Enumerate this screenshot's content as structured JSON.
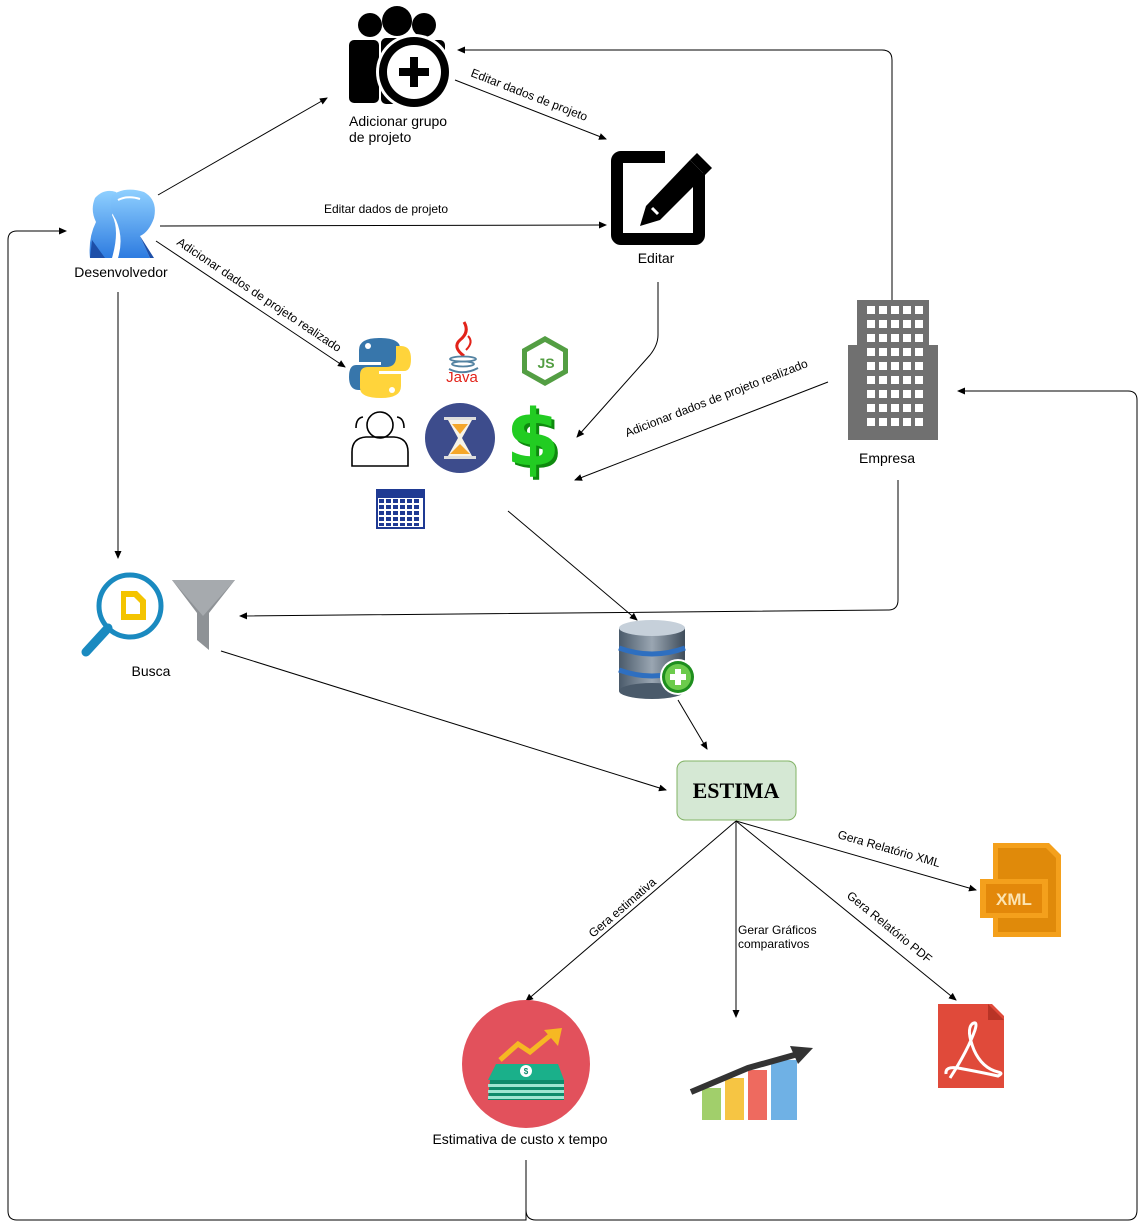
{
  "nodes": {
    "developer": "Desenvolvedor",
    "add_group_line1": "Adicionar grupo",
    "add_group_line2": "de projeto",
    "edit": "Editar",
    "company": "Empresa",
    "search": "Busca",
    "estima": "ESTIMA",
    "estimate_result": "Estimativa de custo x tempo",
    "java_label": "Java",
    "xml_label": "XML"
  },
  "edges": {
    "edit_project_data_1": "Editar dados de projeto",
    "edit_project_data_2": "Editar dados de projeto",
    "add_done_project_dev": "Adicionar dados de projeto realizado",
    "add_done_project_company": "Adicionar dados de projeto realizado",
    "gen_estimate": "Gera estimativa",
    "gen_charts_line1": "Gerar Gráficos",
    "gen_charts_line2": "comparativos",
    "gen_xml": "Gera Relatório XML",
    "gen_pdf": "Gera Relatório PDF"
  },
  "colors": {
    "python_blue": "#3776AB",
    "python_yellow": "#FFD43B",
    "java_red": "#E2231A",
    "java_blue": "#5382A1",
    "node_green": "#539E43",
    "dollar_green": "#22CC22",
    "hourglass_bg": "#3D4C8C",
    "calendar_blue": "#1F3A93",
    "building_gray": "#707070",
    "search_blue": "#1A8AC0",
    "search_yellow": "#F4C400",
    "funnel_gray": "#8E9296",
    "estima_fill": "#D5E8D4",
    "estima_stroke": "#82B366",
    "estimate_red": "#E2515C",
    "xml_orange": "#F4A01C",
    "pdf_red": "#E04A3A"
  }
}
